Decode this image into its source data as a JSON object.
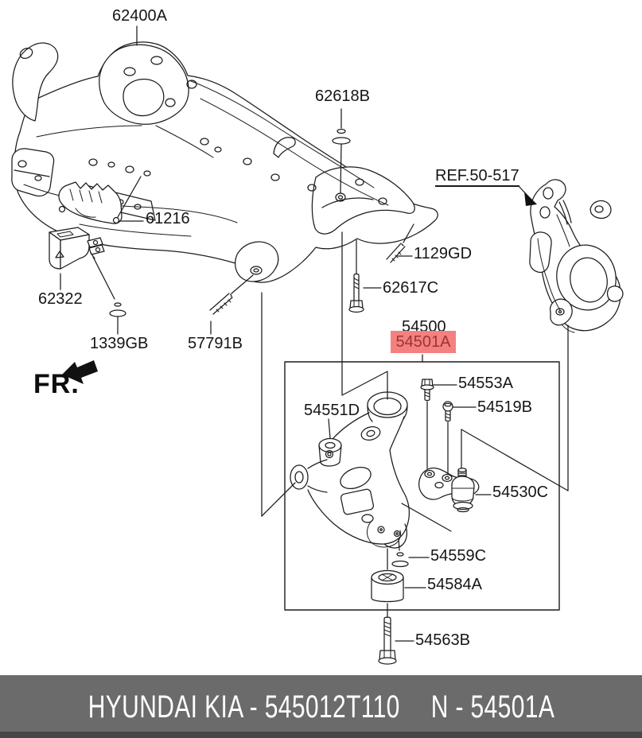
{
  "diagram": {
    "direction_label": "FR.",
    "reference_label": "REF.50-517",
    "labels": {
      "62400A": "62400A",
      "62618B": "62618B",
      "61216": "61216",
      "62322": "62322",
      "1339GB": "1339GB",
      "57791B": "57791B",
      "1129GD": "1129GD",
      "62617C": "62617C",
      "54500": "54500",
      "54501A": "54501A",
      "54551D": "54551D",
      "54553A": "54553A",
      "54519B": "54519B",
      "54530C": "54530C",
      "54559C": "54559C",
      "54584A": "54584A",
      "54563B": "54563B"
    },
    "highlight": {
      "part": "54501A",
      "bg_color": "#f58080",
      "text_color": "#9c3434"
    },
    "line_color": "#1c1c1c"
  },
  "footer": {
    "brand_part_text": "HYUNDAI  KIA - 545012T110",
    "ref_text": "N - 54501A",
    "bg_color": "#6b6b6b",
    "accent_strip_color": "#464646",
    "text_color": "#ffffff"
  }
}
